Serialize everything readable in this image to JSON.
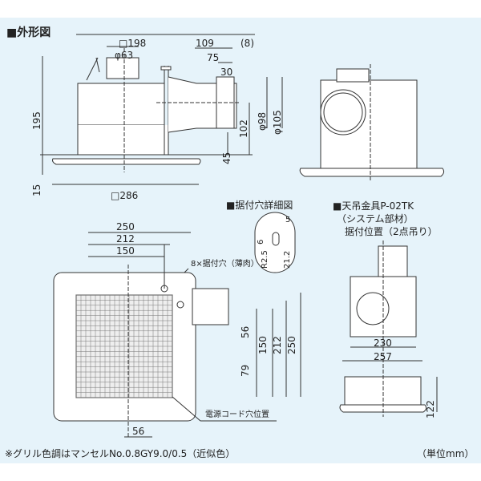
{
  "title": "■外形図",
  "front_view": {
    "dims": {
      "width_top": "□198",
      "duct_offset": "109",
      "paren": "(8)",
      "motor": "φ63",
      "d75": "75",
      "d30": "30",
      "height": "195",
      "phi98": "φ98",
      "phi105": "φ105",
      "d102": "102",
      "d45": "45",
      "d15": "15",
      "width_bottom": "□286"
    }
  },
  "detail": {
    "title": "■据付穴詳細図",
    "d5": "5",
    "d6": "6",
    "r": "R2.5",
    "d212": "21.2"
  },
  "hanger": {
    "title": "■天吊金具P-02TK",
    "subtitle": "（システム部材）",
    "position": "据付位置（2点吊り）",
    "d230": "230",
    "d257": "257",
    "d122": "122"
  },
  "plan_view": {
    "d250": "250",
    "d212": "212",
    "d150": "150",
    "holes": "8×据付穴（薄肉）",
    "v56": "56",
    "v150": "150",
    "v212": "212",
    "v250": "250",
    "v79": "79",
    "cord": "電源コード穴位置",
    "b56": "56"
  },
  "footer": {
    "note": "※グリル色調はマンセルNo.0.8GY9.0/0.5（近似色）",
    "unit": "（単位mm）"
  },
  "colors": {
    "background": "#e6f3fa",
    "line": "#333333"
  }
}
